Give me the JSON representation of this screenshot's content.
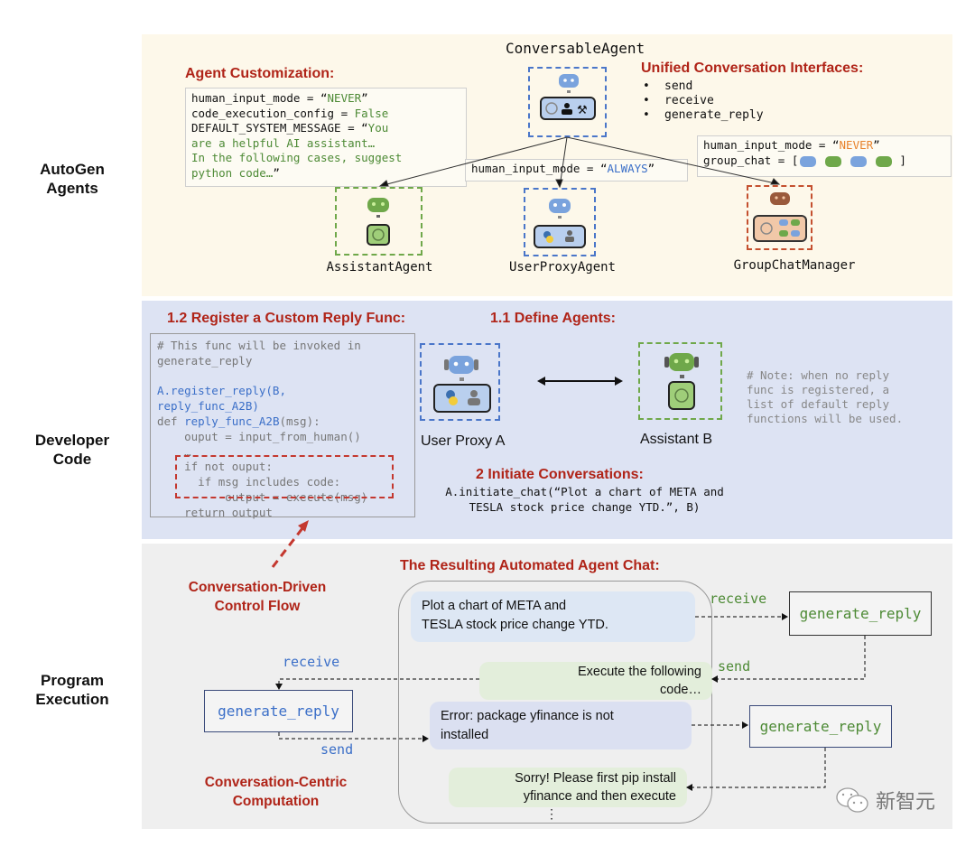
{
  "row_labels": {
    "agents": [
      "AutoGen",
      "Agents"
    ],
    "developer": [
      "Developer",
      "Code"
    ],
    "execution": [
      "Program",
      "Execution"
    ]
  },
  "top": {
    "conversable_title": "ConversableAgent",
    "customization_heading": "Agent Customization:",
    "customization_code": {
      "line1_key": "human_input_mode = “",
      "line1_val": "NEVER",
      "line1_end": "”",
      "line2_key": "code_execution_config = ",
      "line2_val": "False",
      "line3_key": "DEFAULT_SYSTEM_MESSAGE = “",
      "line3_val": "You",
      "line4": "are a helpful AI assistant…",
      "line5": "In the following cases, suggest",
      "line6": "python code…",
      "line6_end": "”"
    },
    "interfaces_heading": "Unified Conversation Interfaces:",
    "interfaces": [
      "send",
      "receive",
      "generate_reply"
    ],
    "always_box": {
      "key": "human_input_mode = “",
      "val": "ALWAYS",
      "end": "”"
    },
    "group_box": {
      "line1_key": "human_input_mode = “",
      "line1_val": "NEVER",
      "line1_end": "”",
      "line2_key": "group_chat = [",
      "line2_end": "]"
    },
    "agents": [
      {
        "name": "AssistantAgent",
        "color": "#6fa84a"
      },
      {
        "name": "UserProxyAgent",
        "color": "#4a76c9"
      },
      {
        "name": "GroupChatManager",
        "color": "#c4502f"
      }
    ]
  },
  "middle": {
    "register_heading": "1.2 Register a Custom Reply Func:",
    "define_heading": "1.1 Define Agents:",
    "code_lines": [
      "# This func will be invoked in",
      "generate_reply",
      "",
      "A.register_reply(B,",
      "reply_func_A2B)",
      "def reply_func_A2B(msg):",
      "    ouput = input_from_human()",
      "    …",
      "    if not ouput:",
      "      if msg includes code:",
      "          output = execute(msg)",
      "    return output"
    ],
    "agent_a_label": "User Proxy A",
    "agent_b_label": "Assistant B",
    "note_lines": [
      "# Note: when no reply",
      "func is registered, a",
      "list of default reply",
      "functions will be used."
    ],
    "initiate_heading": "2 Initiate Conversations:",
    "initiate_code": [
      "A.initiate_chat(“Plot a chart of META and",
      "TESLA stock price change YTD.”, B)"
    ]
  },
  "bottom": {
    "control_flow_label": [
      "Conversation-Driven",
      "Control Flow"
    ],
    "computation_label": [
      "Conversation-Centric",
      "Computation"
    ],
    "chat_heading": "The Resulting Automated Agent Chat:",
    "messages": [
      {
        "text": [
          "Plot a chart of META and",
          "TESLA stock price change YTD."
        ],
        "color": "#dde7f4"
      },
      {
        "text": [
          "Execute the following",
          "code…"
        ],
        "color": "#e3eedb"
      },
      {
        "text": [
          "Error: package yfinance is not",
          "installed"
        ],
        "color": "#dbe0f1"
      },
      {
        "text": [
          "Sorry! Please first pip install",
          "yfinance and then execute"
        ],
        "color": "#e3eedb"
      }
    ],
    "ellipsis": "⋮",
    "generate_reply": "generate_reply",
    "receive": "receive",
    "send": "send"
  },
  "watermark": "新智元",
  "colors": {
    "heading_red": "#b02418",
    "code_green": "#4d8a35",
    "code_blue": "#3b6fc8",
    "code_orange": "#e8822c",
    "panel_yellow": "#fdf8ea",
    "panel_blue": "#dde3f3",
    "panel_grey": "#efefef"
  }
}
